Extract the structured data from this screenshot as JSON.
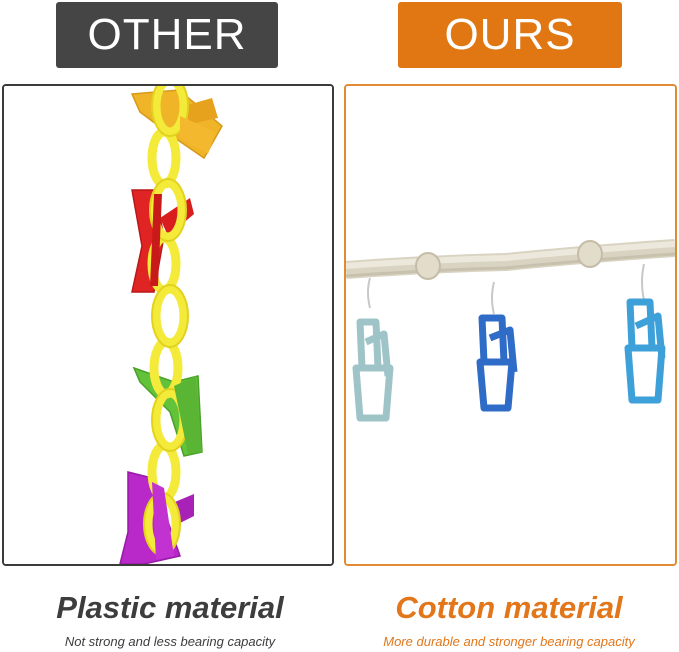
{
  "left": {
    "badge": "OTHER",
    "title": "Plastic material",
    "subtitle": "Not strong and less bearing capacity",
    "badge_color": "#454545"
  },
  "right": {
    "badge": "OURS",
    "title": "Cotton material",
    "subtitle": "More durable and stronger bearing capacity",
    "badge_color": "#e07712"
  },
  "icons": {
    "left_photo": "plastic-chain-clips-image",
    "right_photo": "cotton-rope-clips-image"
  }
}
